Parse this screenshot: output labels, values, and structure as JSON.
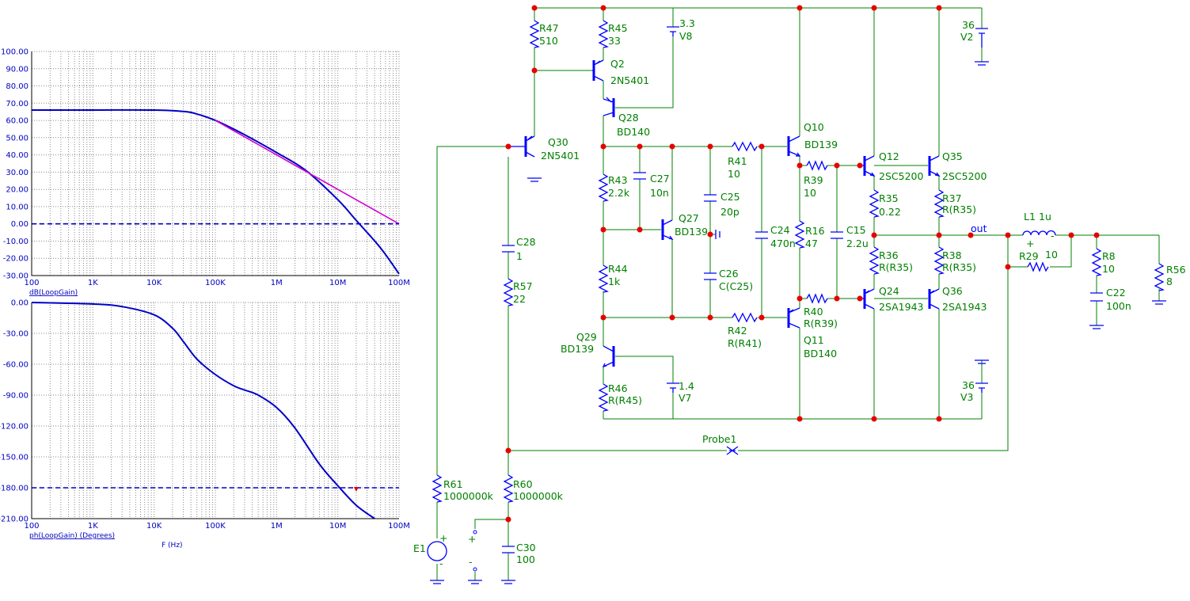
{
  "plots": {
    "x_ticks": [
      "100",
      "1K",
      "10K",
      "100K",
      "1M",
      "10M",
      "100M"
    ],
    "x_axis_label": "F (Hz)",
    "colors": {
      "trace": "#0000c8",
      "asymptote": "#d000d0",
      "reference": "#0000c8",
      "marker": "#e00000"
    }
  },
  "chart_data": [
    {
      "type": "line",
      "title": "",
      "xlabel": "F (Hz)",
      "ylabel": "dB(LoopGain)",
      "xscale": "log",
      "xlim": [
        100,
        100000000
      ],
      "ylim": [
        -30,
        100
      ],
      "y_ticks": [
        "100.00",
        "90.00",
        "80.00",
        "70.00",
        "60.00",
        "50.00",
        "40.00",
        "30.00",
        "20.00",
        "10.00",
        "0.00",
        "-10.00",
        "-20.00",
        "-30.00"
      ],
      "grid": true,
      "series": [
        {
          "name": "dB(LoopGain)",
          "x": [
            100,
            1000,
            10000,
            30000,
            50000,
            100000,
            300000,
            1000000,
            3000000,
            10000000,
            20000000,
            50000000,
            100000000
          ],
          "y": [
            66,
            66,
            66,
            65.2,
            63.7,
            60,
            51.7,
            41.4,
            31,
            14,
            2,
            -14,
            -29
          ]
        },
        {
          "x": [
            100000,
            1000000,
            10000000,
            100000000
          ],
          "y": [
            60,
            40,
            20,
            0
          ]
        },
        {
          "x": [
            100,
            100000000
          ],
          "y": [
            0,
            0
          ]
        }
      ]
    },
    {
      "type": "line",
      "title": "",
      "xlabel": "F (Hz)",
      "ylabel": "ph(LoopGain) (Degrees)",
      "xscale": "log",
      "xlim": [
        100,
        100000000
      ],
      "ylim": [
        -210,
        0
      ],
      "y_ticks": [
        "0.00",
        "-30.00",
        "-60.00",
        "-90.00",
        "-120.00",
        "-150.00",
        "-180.00",
        "-210.00"
      ],
      "grid": true,
      "series": [
        {
          "name": "ph(LoopGain) (Degrees)",
          "x": [
            100,
            1000,
            3000,
            10000,
            20000,
            30000,
            50000,
            100000,
            200000,
            300000,
            500000,
            1000000,
            2000000,
            5000000,
            10000000,
            20000000,
            40000000
          ],
          "y": [
            0,
            -1.5,
            -4,
            -12,
            -25,
            -38,
            -55,
            -70,
            -81,
            -85,
            -90,
            -102,
            -122,
            -157,
            -178,
            -197,
            -210
          ]
        },
        {
          "x": [
            100,
            100000000
          ],
          "y": [
            -180,
            -180
          ]
        }
      ],
      "marker": {
        "x": 20000000,
        "y": -180
      }
    }
  ],
  "schematic": {
    "labels": {
      "R47": "R47",
      "R47v": "510",
      "R45": "R45",
      "R45v": "33",
      "V8v": "3.3",
      "V8": "V8",
      "Q2": "Q2",
      "Q2m": "2N5401",
      "Q28": "Q28",
      "Q28m": "BD140",
      "Q30": "Q30",
      "Q30m": "2N5401",
      "R43": "R43",
      "R43v": "2.2k",
      "C27": "C27",
      "C27v": "10n",
      "Q27": "Q27",
      "Q27m": "BD139",
      "C25": "C25",
      "C25v": "20p",
      "R41": "R41",
      "R41v": "10",
      "C26": "C26",
      "C26v": "C(C25)",
      "C24": "C24",
      "C24v": "470n",
      "R42": "R42",
      "R42v": "R(R41)",
      "R44": "R44",
      "R44v": "1k",
      "Q29": "Q29",
      "Q29m": "BD139",
      "R46": "R46",
      "R46v": "R(R45)",
      "V7v": "1.4",
      "V7": "V7",
      "C28": "C28",
      "C28v": "1",
      "R57": "R57",
      "R57v": "22",
      "Q10": "Q10",
      "Q10m": "BD139",
      "R39": "R39",
      "R39v": "10",
      "R16": "R16",
      "R16v": "47",
      "C15": "C15",
      "C15v": "2.2u",
      "R40": "R40",
      "R40v": "R(R39)",
      "Q11": "Q11",
      "Q11m": "BD140",
      "Q12": "Q12",
      "Q12m": "2SC5200",
      "Q35": "Q35",
      "Q35m": "2SC5200",
      "R35": "R35",
      "R35v": "0.22",
      "R37": "R37",
      "R37v": "R(R35)",
      "R36": "R36",
      "R36v": "R(R35)",
      "R38": "R38",
      "R38v": "R(R35)",
      "Q24": "Q24",
      "Q24m": "2SA1943",
      "Q36": "Q36",
      "Q36m": "2SA1943",
      "V2v": "36",
      "V2": "V2",
      "V3v": "36",
      "V3": "V3",
      "L1": "L1",
      "L1v": "1u",
      "R29": "R29",
      "R29v": "10",
      "R8": "R8",
      "R8v": "10",
      "C22": "C22",
      "C22v": "100n",
      "R56": "R56",
      "R56v": "8",
      "out": "out",
      "Probe1": "Probe1",
      "R61": "R61",
      "R61v": "1000000k",
      "R60": "R60",
      "R60v": "1000000k",
      "C30": "C30",
      "C30v": "100",
      "E1": "E1",
      "plus": "+",
      "minus": "-"
    }
  }
}
